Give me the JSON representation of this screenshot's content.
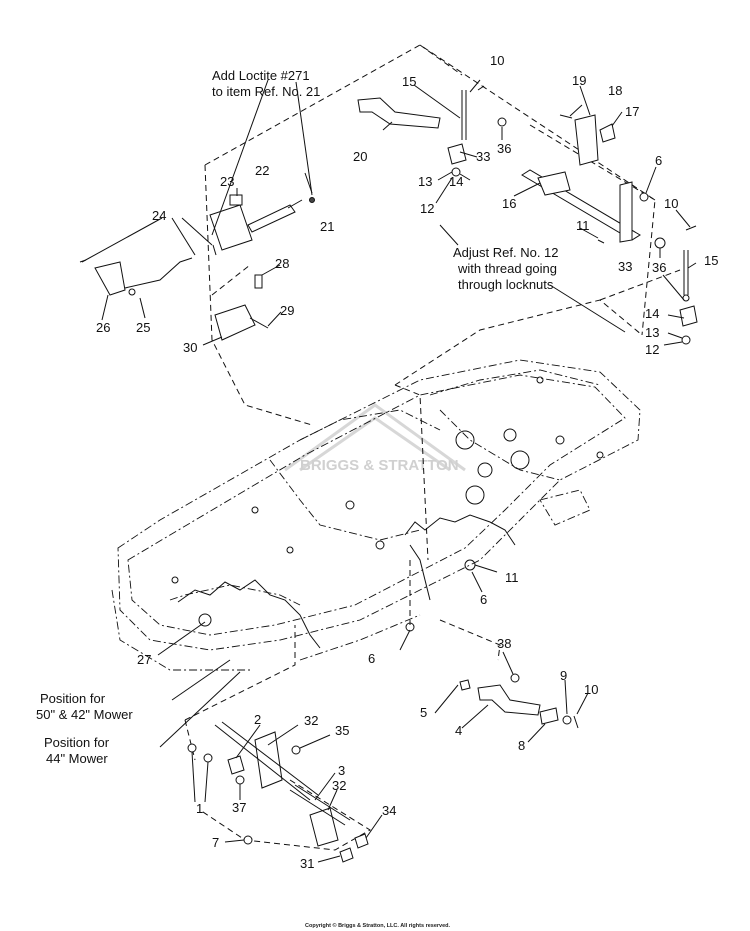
{
  "labels": {
    "p1": "1",
    "p2": "2",
    "p3": "3",
    "p4": "4",
    "p5": "5",
    "p6a": "6",
    "p6b": "6",
    "p6c": "6",
    "p7": "7",
    "p8": "8",
    "p9": "9",
    "p10a": "10",
    "p10b": "10",
    "p10c": "10",
    "p11a": "11",
    "p11b": "11",
    "p12a": "12",
    "p12b": "12",
    "p13a": "13",
    "p13b": "13",
    "p14a": "14",
    "p14b": "14",
    "p15a": "15",
    "p15b": "15",
    "p16": "16",
    "p17": "17",
    "p18": "18",
    "p19": "19",
    "p20": "20",
    "p21": "21",
    "p22": "22",
    "p23": "23",
    "p24": "24",
    "p25": "25",
    "p26": "26",
    "p27": "27",
    "p28": "28",
    "p29": "29",
    "p30": "30",
    "p31": "31",
    "p32a": "32",
    "p32b": "32",
    "p33a": "33",
    "p33b": "33",
    "p34": "34",
    "p35": "35",
    "p36a": "36",
    "p36b": "36",
    "p37": "37",
    "p38": "38"
  },
  "notes": {
    "loctite_line1": "Add Loctite #271",
    "loctite_line2": "to item Ref. No. 21",
    "adjust_line1": "Adjust Ref. No. 12",
    "adjust_line2": "with thread going",
    "adjust_line3": "through locknuts",
    "pos50_line1": "Position for",
    "pos50_line2": "50\" & 42\" Mower",
    "pos44_line1": "Position for",
    "pos44_line2": "44\" Mower"
  },
  "footer": {
    "copyright": "Copyright © Briggs & Stratton, LLC. All rights reserved."
  },
  "watermark": {
    "text": "BRIGGS & STRATTON"
  }
}
